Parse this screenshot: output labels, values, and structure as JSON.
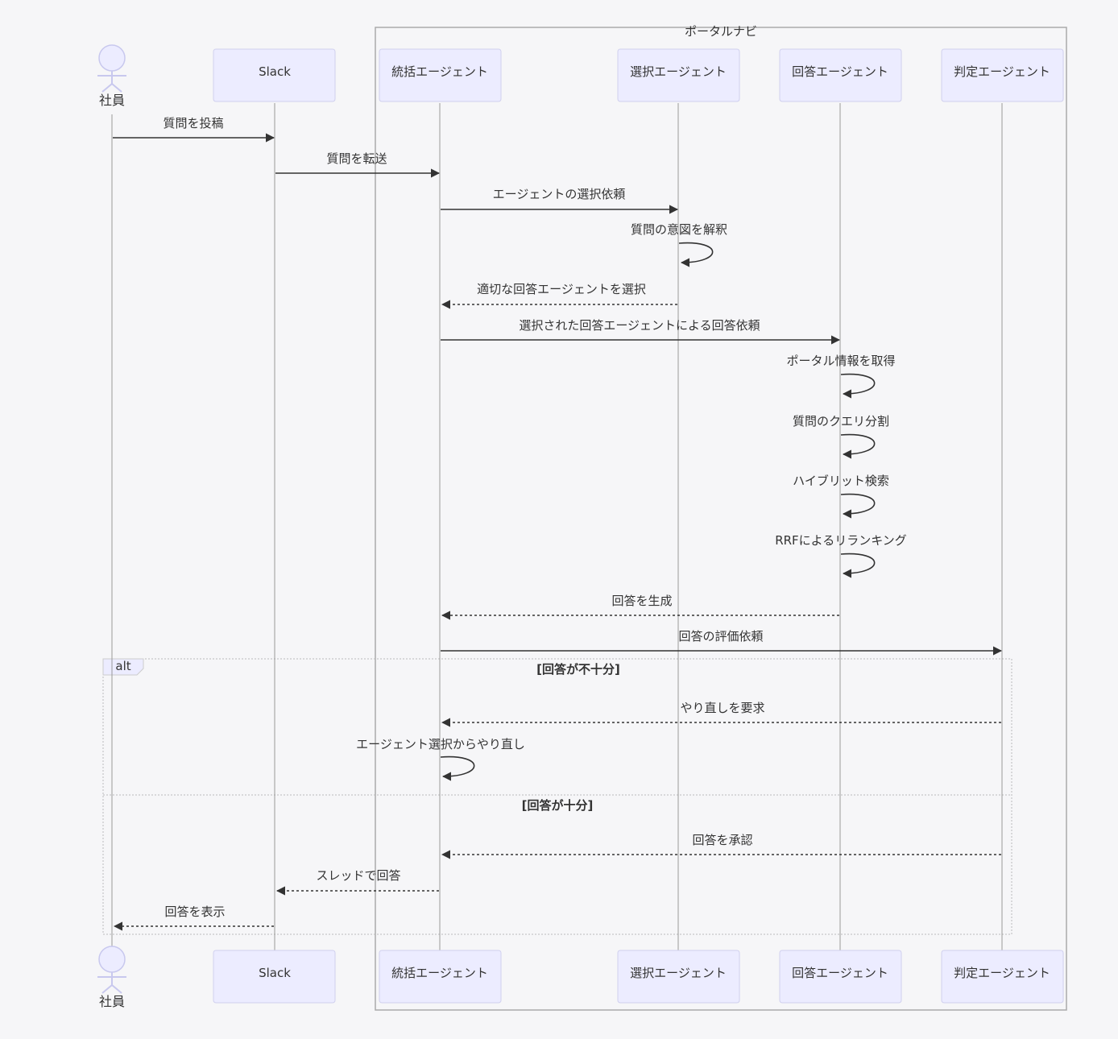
{
  "group": {
    "label": "ポータルナビ"
  },
  "participants": [
    {
      "id": "employee",
      "label": "社員",
      "kind": "actor"
    },
    {
      "id": "slack",
      "label": "Slack",
      "kind": "box"
    },
    {
      "id": "orchestrator",
      "label": "統括エージェント",
      "kind": "box"
    },
    {
      "id": "selector",
      "label": "選択エージェント",
      "kind": "box"
    },
    {
      "id": "answerer",
      "label": "回答エージェント",
      "kind": "box"
    },
    {
      "id": "judge",
      "label": "判定エージェント",
      "kind": "box"
    }
  ],
  "messages": [
    {
      "from": "employee",
      "to": "slack",
      "label": "質問を投稿",
      "style": "solid"
    },
    {
      "from": "slack",
      "to": "orchestrator",
      "label": "質問を転送",
      "style": "solid"
    },
    {
      "from": "orchestrator",
      "to": "selector",
      "label": "エージェントの選択依頼",
      "style": "solid"
    },
    {
      "from": "selector",
      "to": "selector",
      "label": "質問の意図を解釈",
      "style": "solid"
    },
    {
      "from": "selector",
      "to": "orchestrator",
      "label": "適切な回答エージェントを選択",
      "style": "dotted"
    },
    {
      "from": "orchestrator",
      "to": "answerer",
      "label": "選択された回答エージェントによる回答依頼",
      "style": "solid"
    },
    {
      "from": "answerer",
      "to": "answerer",
      "label": "ポータル情報を取得",
      "style": "solid"
    },
    {
      "from": "answerer",
      "to": "answerer",
      "label": "質問のクエリ分割",
      "style": "solid"
    },
    {
      "from": "answerer",
      "to": "answerer",
      "label": "ハイブリット検索",
      "style": "solid"
    },
    {
      "from": "answerer",
      "to": "answerer",
      "label": "RRFによるリランキング",
      "style": "solid"
    },
    {
      "from": "answerer",
      "to": "orchestrator",
      "label": "回答を生成",
      "style": "dotted"
    },
    {
      "from": "orchestrator",
      "to": "judge",
      "label": "回答の評価依頼",
      "style": "solid"
    },
    {
      "from": "judge",
      "to": "orchestrator",
      "label": "やり直しを要求",
      "style": "dotted"
    },
    {
      "from": "orchestrator",
      "to": "orchestrator",
      "label": "エージェント選択からやり直し",
      "style": "solid"
    },
    {
      "from": "judge",
      "to": "orchestrator",
      "label": "回答を承認",
      "style": "dotted"
    },
    {
      "from": "orchestrator",
      "to": "slack",
      "label": "スレッドで回答",
      "style": "dotted"
    },
    {
      "from": "slack",
      "to": "employee",
      "label": "回答を表示",
      "style": "dotted"
    }
  ],
  "alt": {
    "keyword": "alt",
    "branches": [
      {
        "condition": "[回答が不十分]"
      },
      {
        "condition": "[回答が十分]"
      }
    ]
  }
}
